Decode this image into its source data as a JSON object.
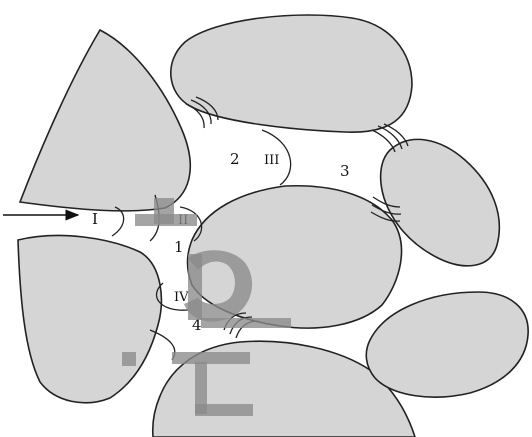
{
  "labels": {
    "pore_1": "1",
    "pore_2": "2",
    "pore_3": "3",
    "pore_4": "4",
    "meniscus_i": "I",
    "meniscus_ii": "II",
    "meniscus_iii": "III",
    "meniscus_iv": "IV"
  },
  "watermark_text": "ript",
  "colors": {
    "grain_fill": "#d5d5d5",
    "outline": "#222222",
    "background": "#ffffff"
  }
}
